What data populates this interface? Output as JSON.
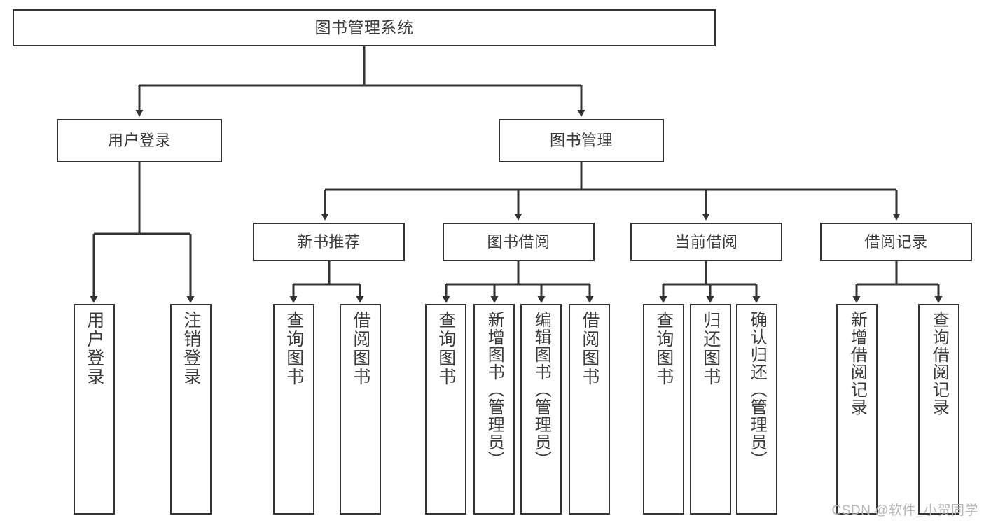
{
  "diagram": {
    "title": "图书管理系统",
    "watermark": "CSDN @软件_小贺同学",
    "colors": {
      "stroke": "#333333",
      "text": "#3b3b3b",
      "background": "#ffffff",
      "watermark": "#b7b7b7"
    },
    "root": {
      "label": "图书管理系统"
    },
    "level2": [
      {
        "label": "用户登录"
      },
      {
        "label": "图书管理"
      }
    ],
    "level3": [
      {
        "label": "新书推荐"
      },
      {
        "label": "图书借阅"
      },
      {
        "label": "当前借阅"
      },
      {
        "label": "借阅记录"
      }
    ],
    "leaves": {
      "user_login": [
        {
          "label": "用户登录"
        },
        {
          "label": "注销登录"
        }
      ],
      "new_book_recommend": [
        {
          "label": "查询图书"
        },
        {
          "label": "借阅图书"
        }
      ],
      "book_borrow": [
        {
          "label": "查询图书"
        },
        {
          "label": "新增图书（管理员）"
        },
        {
          "label": "编辑图书（管理员）"
        },
        {
          "label": "借阅图书"
        }
      ],
      "current_borrow": [
        {
          "label": "查询图书"
        },
        {
          "label": "归还图书"
        },
        {
          "label": "确认归还（管理员）"
        }
      ],
      "borrow_record": [
        {
          "label": "新增借阅记录"
        },
        {
          "label": "查询借阅记录"
        }
      ]
    }
  }
}
